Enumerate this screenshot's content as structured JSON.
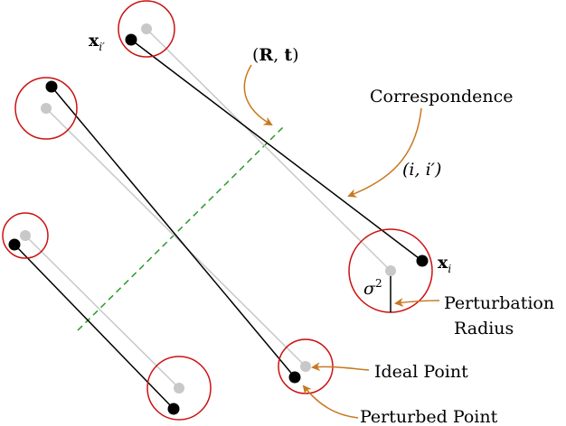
{
  "labels": {
    "rt": "(R, t)",
    "correspondence": "Correspondence",
    "index_pair": "(i, i′)",
    "x_i": "x",
    "x_i_sub": "i",
    "x_iprime": "x",
    "x_iprime_sub": "i′",
    "sigma": "σ",
    "sigma_sup": "2",
    "perturbation": "Perturbation",
    "radius": "Radius",
    "ideal_point": "Ideal Point",
    "perturbed_point": "Perturbed Point"
  },
  "colors": {
    "circle": "#cc1111",
    "arrow": "#c87820",
    "axis": "#2a9a2a",
    "ideal": "#c8c8c8",
    "perturbed": "#000000"
  }
}
